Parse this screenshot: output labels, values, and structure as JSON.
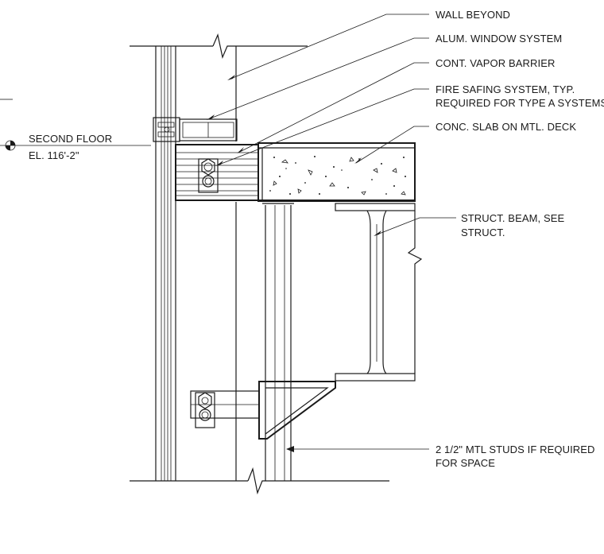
{
  "labels": {
    "wall_beyond": "WALL BEYOND",
    "window_system": "ALUM. WINDOW SYSTEM",
    "vapor_barrier": "CONT. VAPOR BARRIER",
    "fire_safing_1": "FIRE SAFING SYSTEM, TYP.",
    "fire_safing_2": "REQUIRED FOR TYPE A SYSTEMS",
    "conc_slab": "CONC. SLAB ON MTL. DECK",
    "beam_1": "STRUCT. BEAM, SEE",
    "beam_2": "STRUCT.",
    "studs_1": "2 1/2\" MTL STUDS IF REQUIRED",
    "studs_2": "FOR SPACE"
  },
  "level": {
    "name": "SECOND FLOOR",
    "elevation": "EL. 116'-2\""
  }
}
